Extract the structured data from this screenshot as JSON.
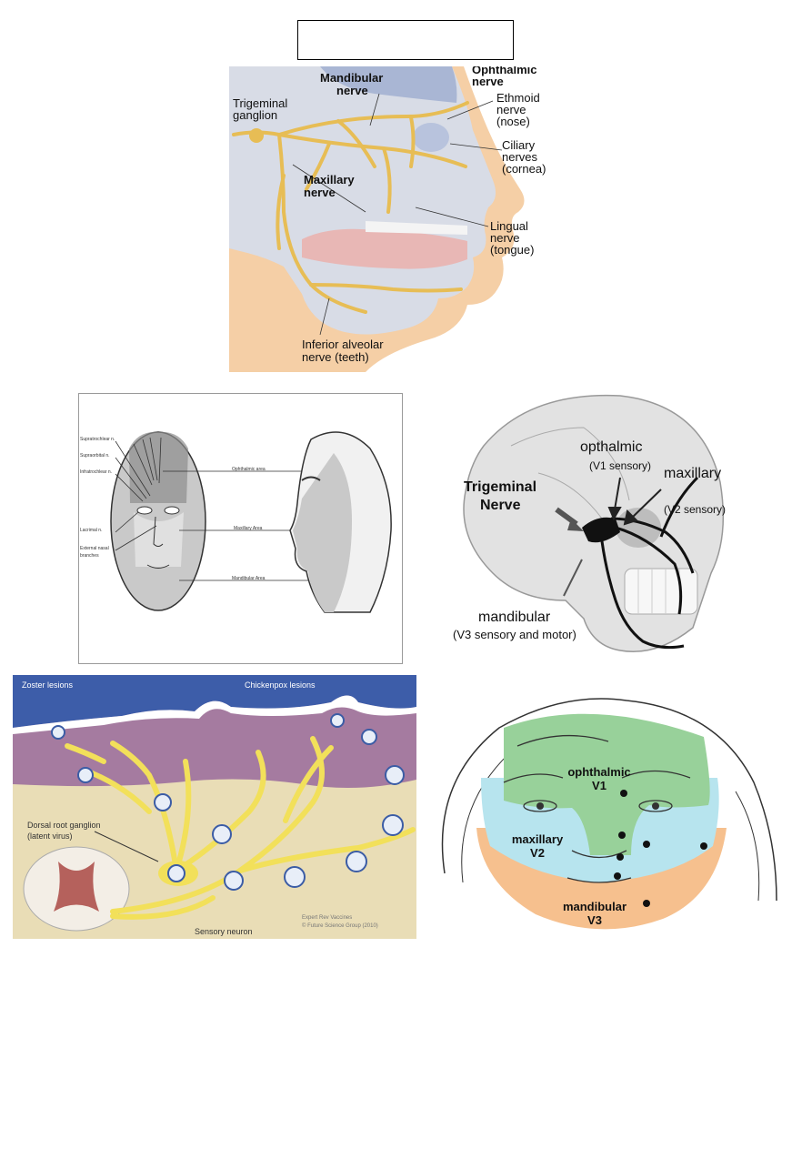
{
  "title_box": {
    "text": ""
  },
  "panel1": {
    "labels": {
      "mandibular": [
        "Mandibular",
        "nerve"
      ],
      "ophthalmic": [
        "Ophthalmic",
        "nerve"
      ],
      "trigeminal": [
        "Trigeminal",
        "ganglion"
      ],
      "ethmoid": [
        "Ethmoid",
        "nerve",
        "(nose)"
      ],
      "ciliary": [
        "Ciliary",
        "nerves",
        "(cornea)"
      ],
      "maxillary": [
        "Maxillary",
        "nerve"
      ],
      "lingual": [
        "Lingual",
        "nerve",
        "(tongue)"
      ],
      "inferior": [
        "Inferior alveolar",
        "nerve (teeth)"
      ]
    }
  },
  "panel2": {
    "left_labels": [
      "Supratrochlear n.",
      "Supraorbital n.",
      "Infratrochlear n.",
      "Lacrimal n.",
      "External nasal",
      "branches"
    ],
    "mid_labels": [
      "Ophthalmic area",
      "Maxillary Area",
      "Mandibular Area"
    ]
  },
  "panel3": {
    "opthalmic": "opthalmic",
    "v1": "(V1 sensory)",
    "maxillary": "maxillary",
    "v2": "(V2 sensory)",
    "trigeminal": "Trigeminal",
    "nerve": "Nerve",
    "mandibular": "mandibular",
    "v3": "(V3 sensory and motor)"
  },
  "panel4": {
    "zoster": "Zoster lesions",
    "chickenpox": "Chickenpox lesions",
    "drg": [
      "Dorsal root ganglion",
      "(latent virus)"
    ],
    "sensory": "Sensory neuron",
    "credit": [
      "Expert Rev Vaccines",
      "© Future Science Group (2010)"
    ]
  },
  "panel5": {
    "ophthalmic": "ophthalmic",
    "v1": "V1",
    "maxillary": "maxillary",
    "v2": "V2",
    "mandibular": "mandibular",
    "v3": "V3"
  },
  "colors": {
    "nerve_yellow": "#e7bd55",
    "v1_green": "#98d19a",
    "v2_blue": "#b7e4ee",
    "v3_orange": "#f6c08e",
    "skin_purple": "#a57ba0",
    "sky_blue": "#3d5da9"
  }
}
